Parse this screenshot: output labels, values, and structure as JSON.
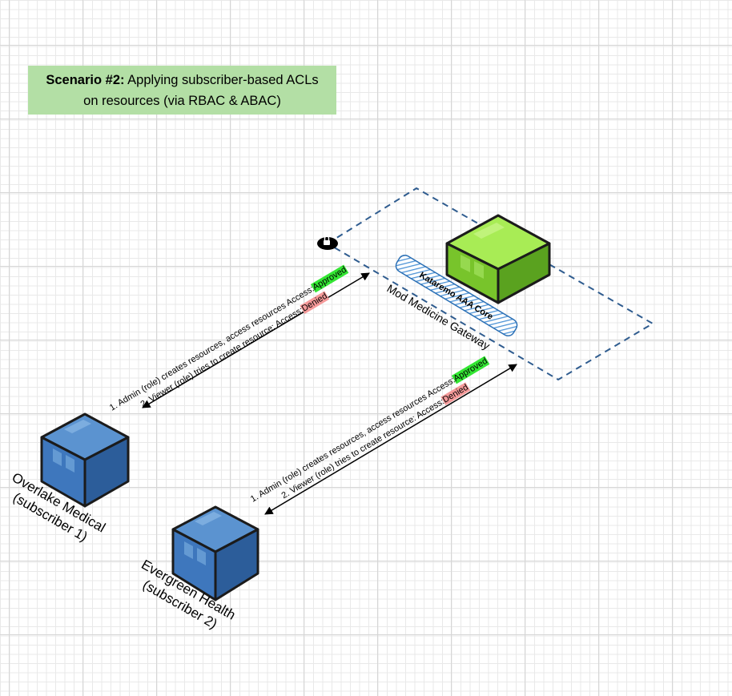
{
  "scenario": {
    "title_bold": "Scenario #2:",
    "title_rest": " Applying subscriber-based ACLs",
    "line2": "on resources (via RBAC & ABAC)"
  },
  "gateway": {
    "label": "Mod Medicine Gateway",
    "core_label": "Kataremo AAA Core",
    "core_color": "#86d43a"
  },
  "subscribers": [
    {
      "name": "Overlake Medical",
      "sub": "(subscriber 1)",
      "color": "#3d74b8"
    },
    {
      "name": "Evergreen Health",
      "sub": "(subscriber 2)",
      "color": "#3d74b8"
    }
  ],
  "flows": {
    "admin_text": "1. Admin (role) creates resources, access resources Access:",
    "admin_status": "Approved",
    "viewer_text": "2. Viewer (role) tries to create resource: Access:",
    "viewer_status": "Denied",
    "approved_color": "#33e633",
    "denied_color": "#f59a9a"
  }
}
